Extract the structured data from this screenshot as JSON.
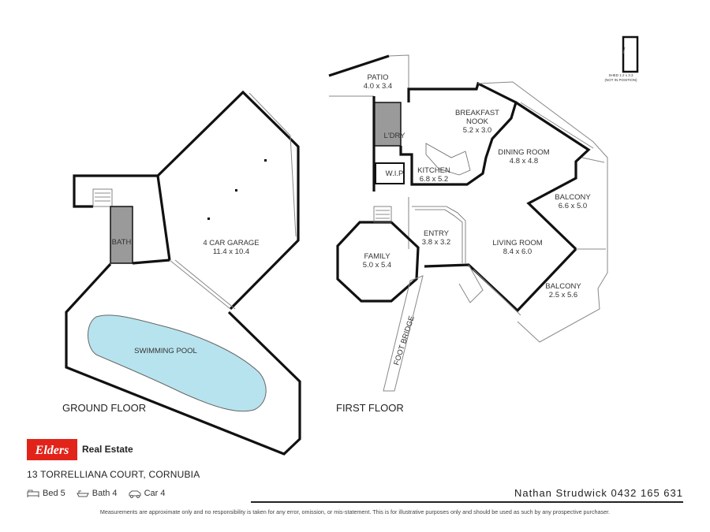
{
  "floors": {
    "ground": "GROUND FLOOR",
    "first": "FIRST FLOOR"
  },
  "rooms": {
    "garage": {
      "name": "4 CAR GARAGE",
      "dims": "11.4 x 10.4"
    },
    "bath": {
      "name": "BATH"
    },
    "pool": {
      "name": "SWIMMING POOL"
    },
    "patio": {
      "name": "PATIO",
      "dims": "4.0 x 3.4"
    },
    "laundry": {
      "name": "L'DRY"
    },
    "wip": {
      "name": "W.I.P"
    },
    "breakfast": {
      "name1": "BREAKFAST",
      "name2": "NOOK",
      "dims": "5.2 x 3.0"
    },
    "kitchen": {
      "name": "KITCHEN",
      "dims": "6.8 x 5.2"
    },
    "dining": {
      "name": "DINING ROOM",
      "dims": "4.8 x 4.8"
    },
    "balcony1": {
      "name": "BALCONY",
      "dims": "6.6 x 5.0"
    },
    "entry": {
      "name": "ENTRY",
      "dims": "3.8 x 3.2"
    },
    "family": {
      "name": "FAMILY",
      "dims": "5.0 x 5.4"
    },
    "living": {
      "name": "LIVING ROOM",
      "dims": "8.4 x 6.0"
    },
    "balcony2": {
      "name": "BALCONY",
      "dims": "2.5 x 5.6"
    },
    "footbridge": {
      "name": "FOOT BRIDGE"
    },
    "shed": {
      "line1": "SHED 1.2 x 3.3",
      "line2": "(NOT IN POSITION)"
    }
  },
  "branding": {
    "logo_text": "Elders",
    "brand": "Real Estate",
    "brand_color": "#e2231a"
  },
  "listing": {
    "address": "13 TORRELLIANA COURT, CORNUBIA",
    "bed": "Bed 5",
    "bath": "Bath 4",
    "car": "Car 4",
    "agent": "Nathan Strudwick 0432 165 631"
  },
  "disclaimer": "Measurements are approximate only and no responsibility is taken for any error, omission, or mis-statement. This is for illustrative purposes only and should be used as such by any prospective purchaser.",
  "icons": [
    "bed-icon",
    "bath-icon",
    "car-icon",
    "elders-logo"
  ]
}
